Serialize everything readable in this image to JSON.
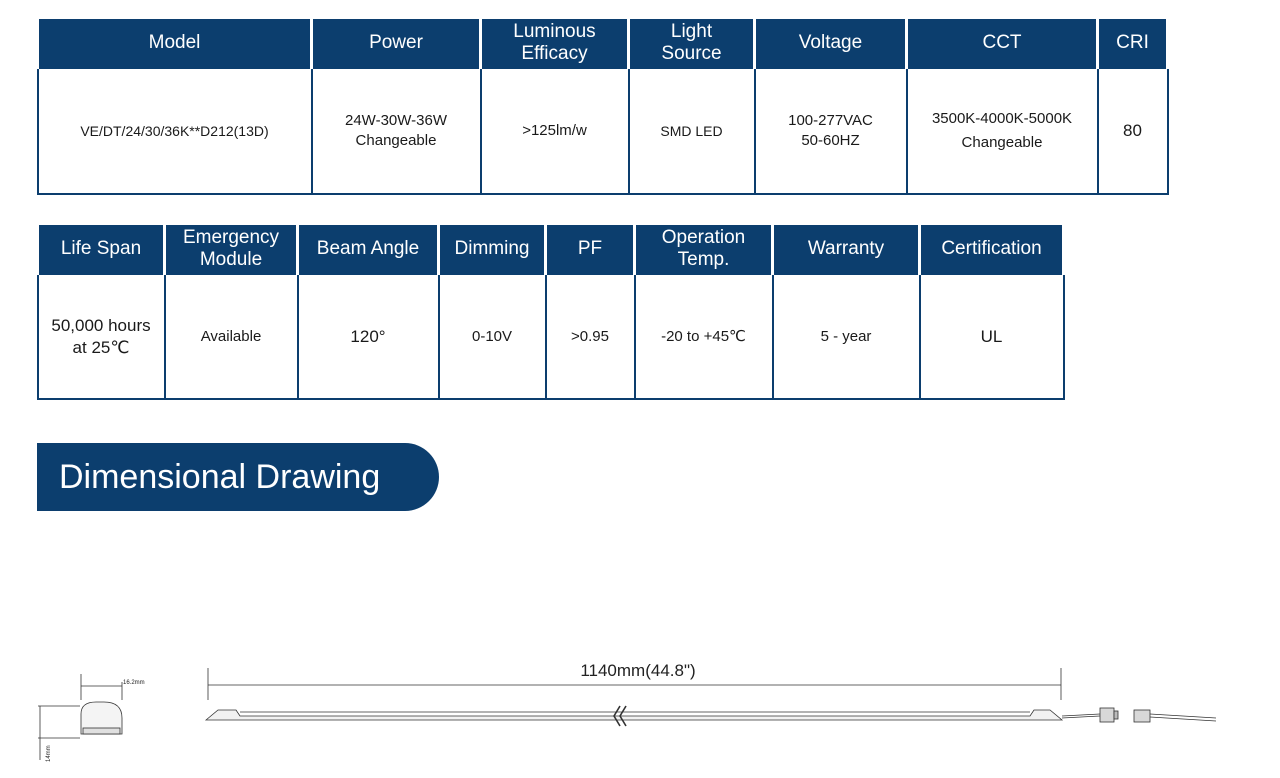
{
  "spec_table_1": {
    "headers": [
      "Model",
      "Power",
      "Luminous\nEfficacy",
      "Light\nSource",
      "Voltage",
      "CCT",
      "CRI"
    ],
    "values": [
      "VE/DT/24/30/36K**D212(13D)",
      "24W-30W-36W\nChangeable",
      ">125lm/w",
      "SMD LED",
      "100-277VAC\n50-60HZ",
      "3500K-4000K-5000K\nChangeable",
      "80"
    ]
  },
  "spec_table_2": {
    "headers": [
      "Life Span",
      "Emergency\nModule",
      "Beam Angle",
      "Dimming",
      "PF",
      "Operation\nTemp.",
      "Warranty",
      "Certification"
    ],
    "values": [
      "50,000 hours\nat 25℃",
      "Available",
      "120°",
      "0-10V",
      ">0.95",
      "-20 to +45℃",
      "5 - year",
      "UL"
    ]
  },
  "section_title": "Dimensional Drawing",
  "drawing": {
    "length_label": "1140mm(44.8\")",
    "width_label": "16.2mm",
    "height_label": "14mm"
  },
  "colors": {
    "header_bg": "#0c3e6e",
    "header_text": "#ffffff",
    "border": "#0c3e6e"
  }
}
